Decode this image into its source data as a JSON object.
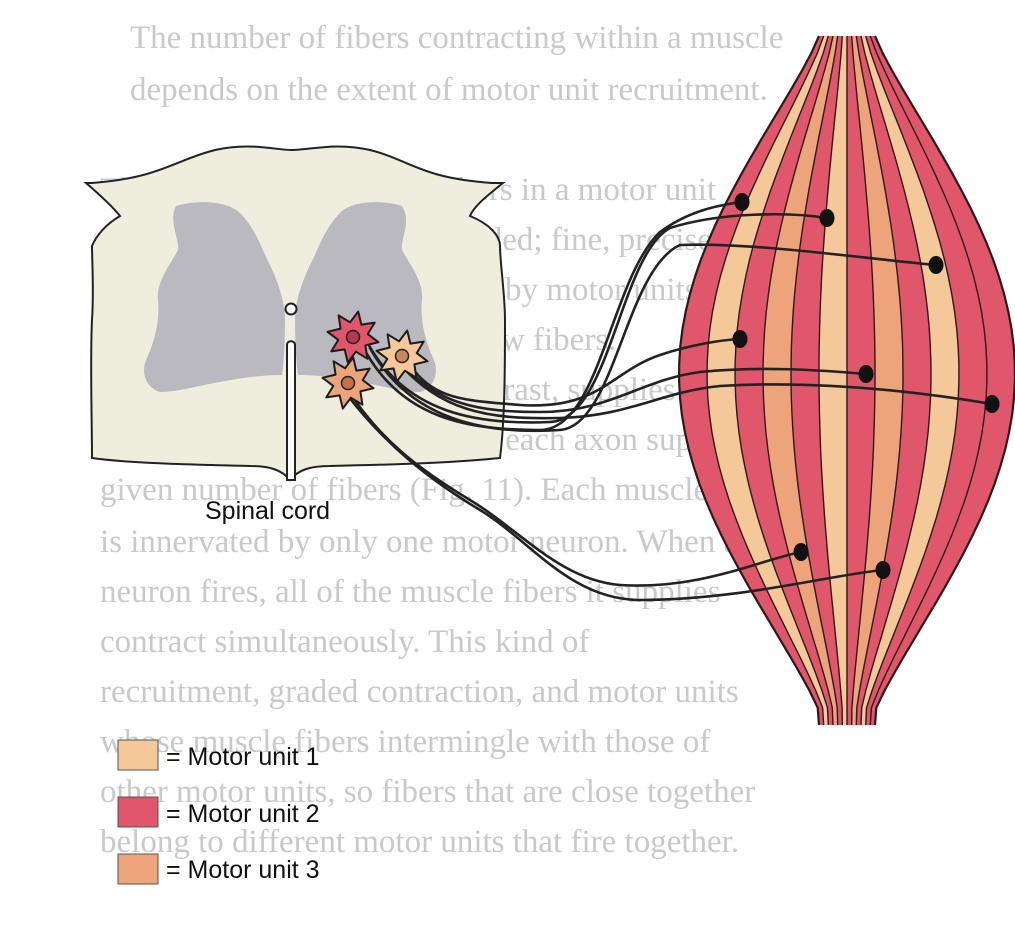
{
  "labels": {
    "spinal_cord": "Spinal cord"
  },
  "legend": [
    {
      "label": "= Motor unit 1",
      "color": "#f5c89a",
      "stripe": "#e9a86e"
    },
    {
      "label": "= Motor unit 2",
      "color": "#e0566a",
      "stripe": "#c83a50"
    },
    {
      "label": "= Motor unit 3",
      "color": "#eea47a",
      "stripe": "#d9825a"
    }
  ],
  "background_text": [
    "The number of fibers contracting within a muscle",
    "depends on the extent of motor unit recruitment.",
    "The larger the number of fibers in a motor unit",
    "the fewer motor units are needed; fine, precise",
    "movements are made possible by motor units",
    "that are smaller, with only a few fibers.",
    "A single motor neuron, in contrast, supplies a",
    "number of muscle fibers, with each axon supplying a",
    "given number of fibers (Fig. 11). Each muscle fiber",
    "is innervated by only one motor neuron. When a motor",
    "neuron fires, all of the muscle fibers it supplies",
    "contract simultaneously. This kind of",
    "recruitment, graded contraction, and motor units",
    "whose muscle fibers intermingle with those of",
    "other motor units, so fibers that are close together",
    "belong to different motor units that fire together."
  ],
  "colors": {
    "gray_matter": "#b9b9bf",
    "white_matter": "#efeddd",
    "outline": "#222222",
    "axon": "#222222"
  }
}
